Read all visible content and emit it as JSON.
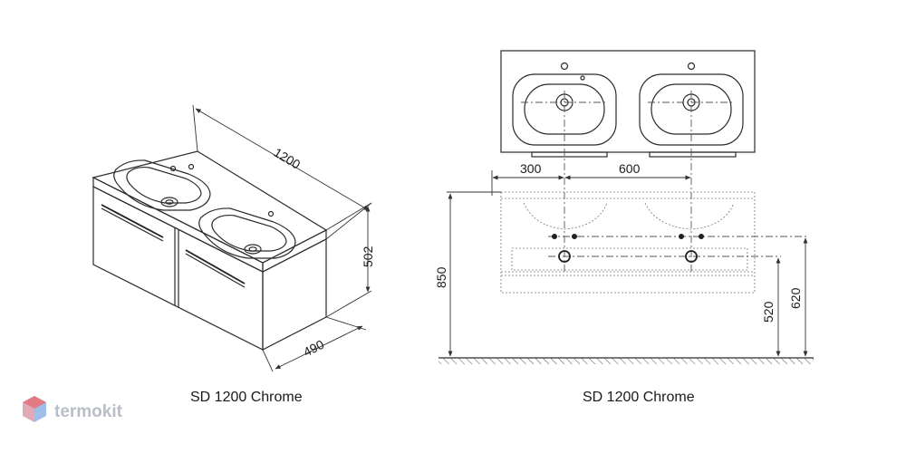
{
  "left_view": {
    "caption": "SD 1200 Chrome",
    "dimensions": {
      "width": "1200",
      "height": "502",
      "depth": "490"
    }
  },
  "right_view": {
    "caption": "SD 1200 Chrome",
    "dimensions": {
      "edge_to_hole": "300",
      "hole_spacing": "600",
      "total_height": "850",
      "drain_height": "520",
      "tap_height": "620"
    }
  },
  "watermark": {
    "text": "termokit"
  },
  "colors": {
    "line": "#2b2b2b",
    "watermark": "#b9bec6",
    "logo_red": "#e9737a",
    "logo_blue": "#8fb4e3"
  }
}
